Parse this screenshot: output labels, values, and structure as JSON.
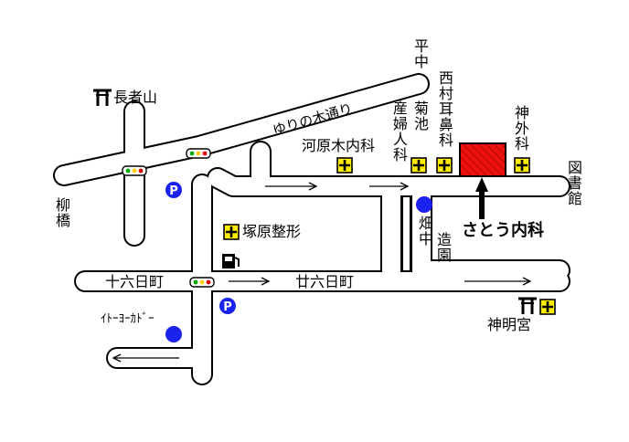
{
  "colors": {
    "road_fill": "#ffffff",
    "road_outline": "#000000",
    "target_building": "#ee1111",
    "parking": "#1a22ee",
    "clinic_badge": "#ffee00",
    "signal_green": "#00aa00",
    "signal_yellow": "#ffcc00",
    "signal_red": "#dd0000"
  },
  "labels": {
    "hiranaka": "平中",
    "nishimura": "西村耳鼻科",
    "kikuchi": "菊池産婦人科",
    "jingai": "神外科",
    "kawaharagi": "河原木内科",
    "choujayama": "長者山",
    "yurinoki": "ゆりの木通り",
    "yanagibashi": "柳橋",
    "tsukahara": "塚原整形",
    "hatanaka": "畑中造園",
    "sato": "さとう内科",
    "toshokan": "図書館",
    "juuroku": "十六日町",
    "nijuuroku": "廿六日町",
    "itoyokado": "ｲﾄｰﾖｰｶﾄﾞｰ",
    "shinmeigu": "神明宮"
  },
  "icons": {
    "shrine": "torii-icon",
    "clinic": "clinic-cross-icon",
    "parking": "P",
    "gas": "gas-station-icon",
    "traffic": "traffic-signal-icon",
    "target": "arrow-up-icon"
  }
}
